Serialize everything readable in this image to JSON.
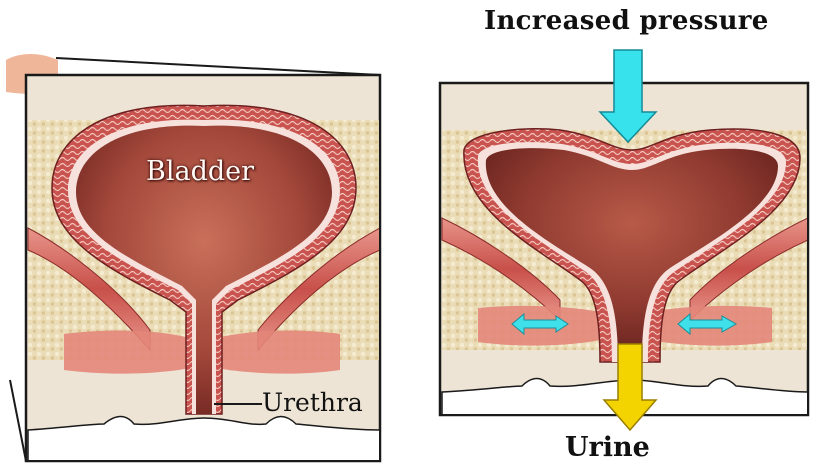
{
  "labels": {
    "bladder": "Bladder",
    "urethra": "Urethra",
    "increased_pressure": "Increased pressure",
    "urine": "Urine"
  },
  "colors": {
    "panel_background": "#ece4d6",
    "bladder_interior": "#a8493a",
    "bladder_wall": "#cc5a58",
    "fat_tissue": "#e6d4a4",
    "muscle": "#d9706a",
    "pressure_arrow": "#2ee0e8",
    "urine_arrow": "#f2d600",
    "outline": "#1a1a1a"
  },
  "icons": {
    "pressure": "arrow-down-cyan",
    "urine": "arrow-down-yellow",
    "sphincter": "double-arrow-cyan"
  }
}
